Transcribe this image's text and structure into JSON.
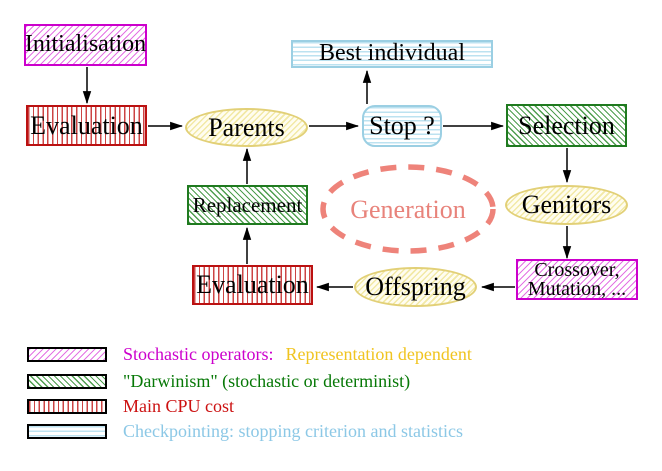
{
  "nodes": {
    "initialisation": {
      "label": "Initialisation"
    },
    "evaluation_top": {
      "label": "Evaluation"
    },
    "parents": {
      "label": "Parents"
    },
    "best_individual": {
      "label": "Best individual"
    },
    "stop": {
      "label": "Stop ?"
    },
    "selection": {
      "label": "Selection"
    },
    "genitors": {
      "label": "Genitors"
    },
    "crossover_mutation": {
      "line1": "Crossover,",
      "line2": "Mutation, ..."
    },
    "offspring": {
      "label": "Offspring"
    },
    "evaluation_bottom": {
      "label": "Evaluation"
    },
    "replacement": {
      "label": "Replacement"
    },
    "generation": {
      "label": "Generation"
    }
  },
  "legend": {
    "items": [
      {
        "key": "stochastic-operators",
        "label": "Stochastic operators:",
        "label2": "Representation dependent"
      },
      {
        "key": "darwinism",
        "label": "\"Darwinism\" (stochastic or determinist)"
      },
      {
        "key": "main-cpu-cost",
        "label": "Main CPU cost"
      },
      {
        "key": "checkpointing",
        "label": "Checkpointing: stopping criterion and statistics"
      }
    ]
  },
  "colors": {
    "magenta": "#cc00cc",
    "magenta_hatch": "#e473e4",
    "red": "#bb1111",
    "red_stripe": "#cc4444",
    "red_text": "#cc1111",
    "green": "#1f7a1f",
    "green_hatch": "#4f9e4f",
    "green_text": "#067806",
    "cyan": "#9bcfe3",
    "cyan_stripe": "#bce2f0",
    "cyan_text": "#8cc8e6",
    "gold": "#e2d077",
    "gold_hatch": "#f2e9a6",
    "gold_text": "#f0c420",
    "coral": "#ee837a",
    "coral_text": "#e8837b",
    "arrow": "#000000"
  }
}
